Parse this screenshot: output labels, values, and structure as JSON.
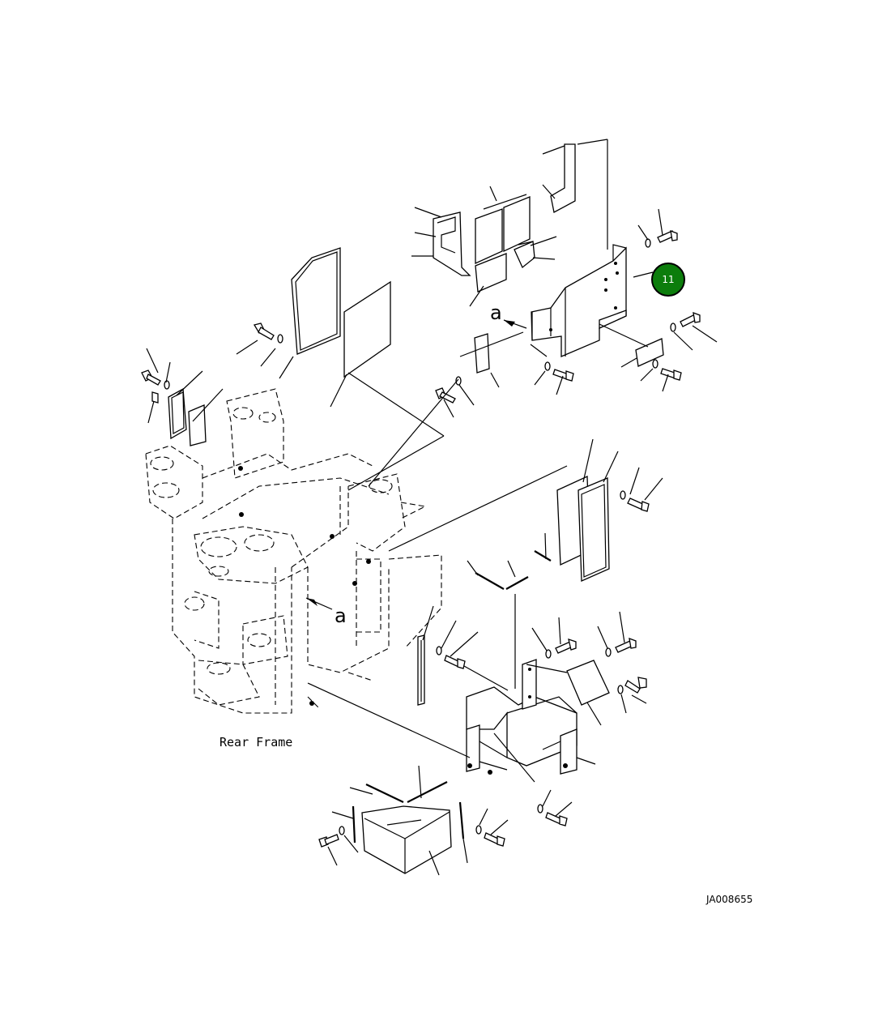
{
  "diagram": {
    "frame_label": "Rear Frame",
    "drawing_code": "JA008655",
    "view_marker": "a",
    "callouts": [
      {
        "number": "11",
        "highlighted": true,
        "color": "#0c7d0c"
      }
    ]
  }
}
